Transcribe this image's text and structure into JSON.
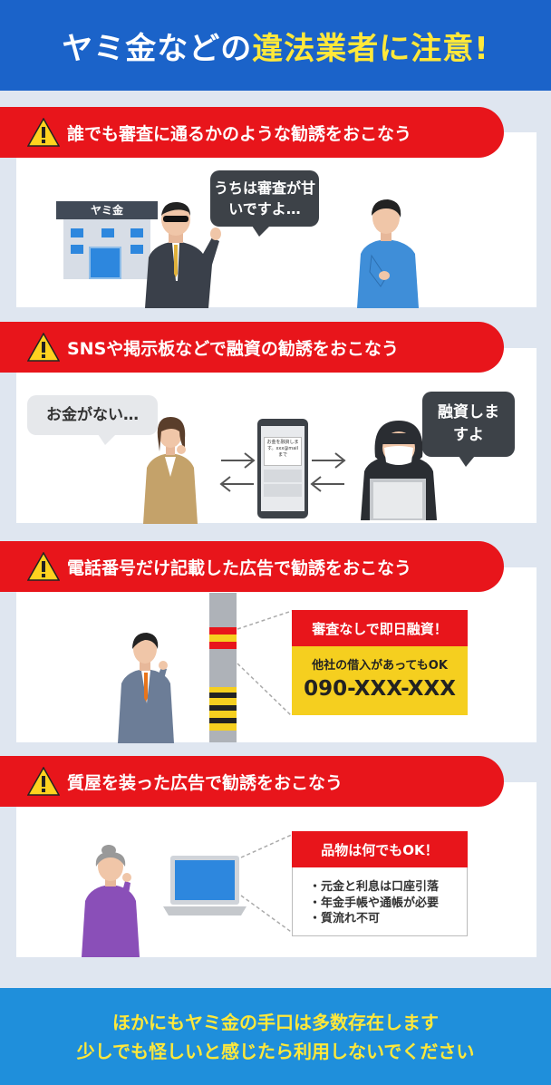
{
  "header": {
    "title_prefix": "ヤミ金などの",
    "title_highlight": "違法業者に注意!"
  },
  "sections": [
    {
      "heading": "誰でも審査に通るかのような勧誘をおこなう",
      "sign_label": "ヤミ金",
      "bubble": "うちは審査が甘いですよ…"
    },
    {
      "heading": "SNSや掲示板などで融資の勧誘をおこなう",
      "bubble_left": "お金がない…",
      "bubble_right": "融資しますよ",
      "phone_text": "お金を融資します。xxx@mailまで"
    },
    {
      "heading": "電話番号だけ記載した広告で勧誘をおこなう",
      "ad_top": "審査なしで即日融資！",
      "ad_line": "他社の借入があってもOK",
      "ad_phone": "090-XXX-XXX"
    },
    {
      "heading": "質屋を装った広告で勧誘をおこなう",
      "ad_top": "品物は何でもOK！",
      "ad_items": [
        "・元金と利息は口座引落",
        "・年金手帳や通帳が必要",
        "・質流れ不可"
      ]
    }
  ],
  "footer": {
    "line1": "ほかにもヤミ金の手口は多数存在します",
    "line2": "少しでも怪しいと感じたら利用しないでください"
  },
  "colors": {
    "header_bg": "#1b63c9",
    "highlight": "#ffe83a",
    "banner_red": "#e8151b",
    "footer_bg": "#1f8fdb",
    "ad_yellow": "#f5cf1f"
  }
}
